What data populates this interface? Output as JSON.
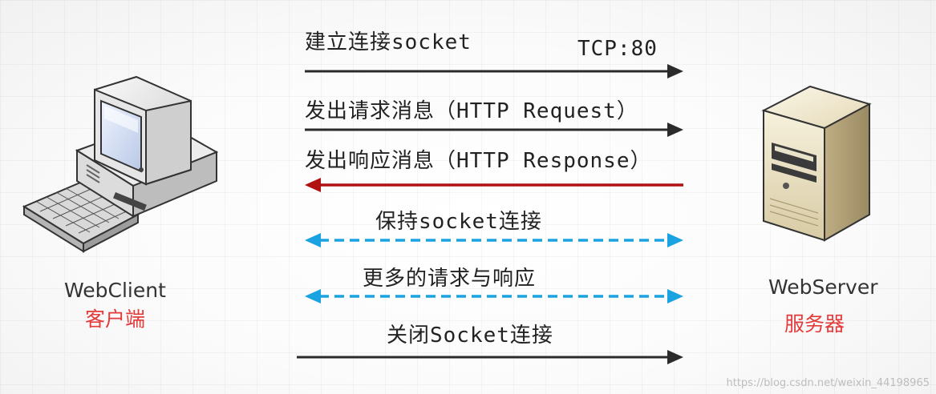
{
  "client": {
    "name": "WebClient",
    "cn": "客户端",
    "icon": "desktop-computer-icon"
  },
  "server": {
    "name": "WebServer",
    "cn": "服务器",
    "icon": "tower-server-icon"
  },
  "messages": [
    {
      "label": "建立连接socket",
      "extra": "TCP:80",
      "direction": "to-server",
      "style": "solid",
      "color": "#2b2b2b"
    },
    {
      "label": "发出请求消息（HTTP Request）",
      "direction": "to-server",
      "style": "solid",
      "color": "#2b2b2b"
    },
    {
      "label": "发出响应消息（HTTP Response）",
      "direction": "to-client",
      "style": "solid",
      "color": "#b01212"
    },
    {
      "label": "保持socket连接",
      "direction": "both",
      "style": "dashed",
      "color": "#1aa3e0"
    },
    {
      "label": "更多的请求与响应",
      "direction": "both",
      "style": "dashed",
      "color": "#1aa3e0"
    },
    {
      "label": "关闭Socket连接",
      "direction": "to-server",
      "style": "solid",
      "color": "#2b2b2b"
    }
  ],
  "watermark": "https://blog.csdn.net/weixin_44198965"
}
